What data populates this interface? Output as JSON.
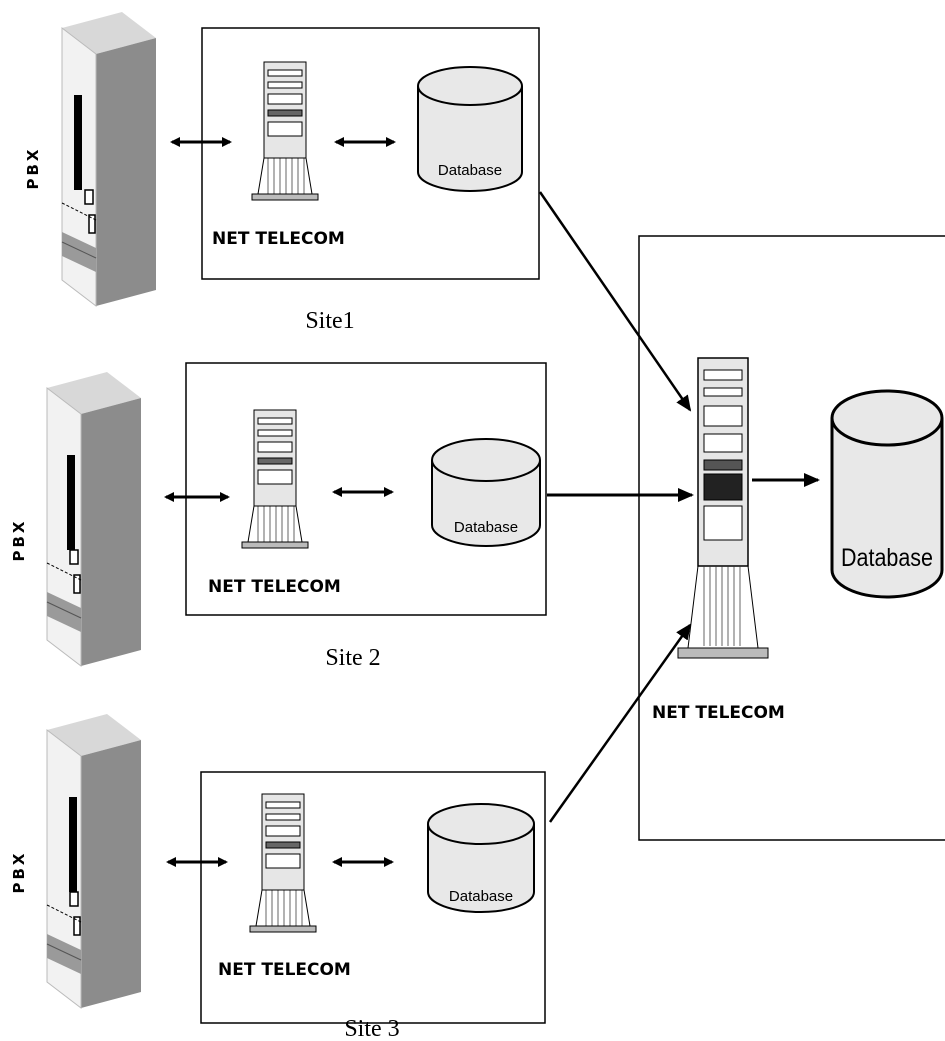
{
  "diagram": {
    "pbx_label": "PBX",
    "server_label": "NET TELECOM",
    "database_label": "Database",
    "sites": [
      {
        "caption": "Site1"
      },
      {
        "caption": "Site 2"
      },
      {
        "caption": "Site 3"
      }
    ],
    "central": {
      "server_label": "NET TELECOM",
      "database_label": "Database"
    },
    "colors": {
      "line": "#000000",
      "cabinet_front": "#f0f0f0",
      "cabinet_side": "#8c8c8c",
      "cabinet_top": "#d8d8d8",
      "server_body": "#e6e6e6"
    }
  }
}
